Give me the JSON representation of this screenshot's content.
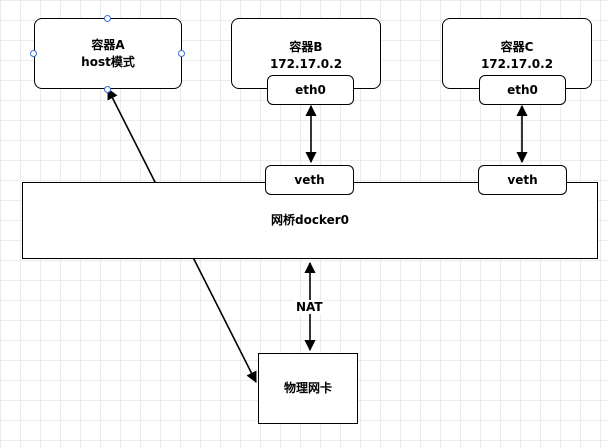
{
  "container_a": {
    "title": "容器A",
    "subtitle": "host模式"
  },
  "container_b": {
    "title": "容器B",
    "ip": "172.17.0.2",
    "interface": "eth0"
  },
  "container_c": {
    "title": "容器C",
    "ip": "172.17.0.2",
    "interface": "eth0"
  },
  "bridge": {
    "label": "网桥docker0",
    "veth_left": "veth",
    "veth_right": "veth"
  },
  "nic": {
    "label": "物理网卡"
  },
  "nat_label": "NAT"
}
